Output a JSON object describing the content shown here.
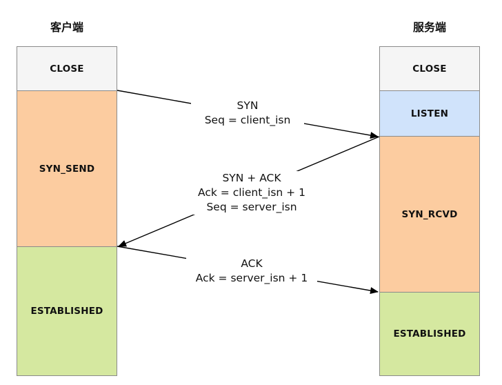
{
  "columns": {
    "client": "客户端",
    "server": "服务端"
  },
  "client_states": [
    {
      "label": "CLOSE",
      "color": "#f5f5f5"
    },
    {
      "label": "SYN_SEND",
      "color": "#fccca0"
    },
    {
      "label": "ESTABLISHED",
      "color": "#d5e8a0"
    }
  ],
  "server_states": [
    {
      "label": "CLOSE",
      "color": "#f5f5f5"
    },
    {
      "label": "LISTEN",
      "color": "#d0e3fb"
    },
    {
      "label": "SYN_RCVD",
      "color": "#fccca0"
    },
    {
      "label": "ESTABLISHED",
      "color": "#d5e8a0"
    }
  ],
  "messages": [
    {
      "line1": "SYN",
      "line2": "Seq = client_isn",
      "direction": "client-to-server"
    },
    {
      "line1": "SYN + ACK",
      "line2": "Ack = client_isn + 1",
      "line3": "Seq = server_isn",
      "direction": "server-to-client"
    },
    {
      "line1": "ACK",
      "line2": "Ack = server_isn + 1",
      "direction": "client-to-server"
    }
  ]
}
